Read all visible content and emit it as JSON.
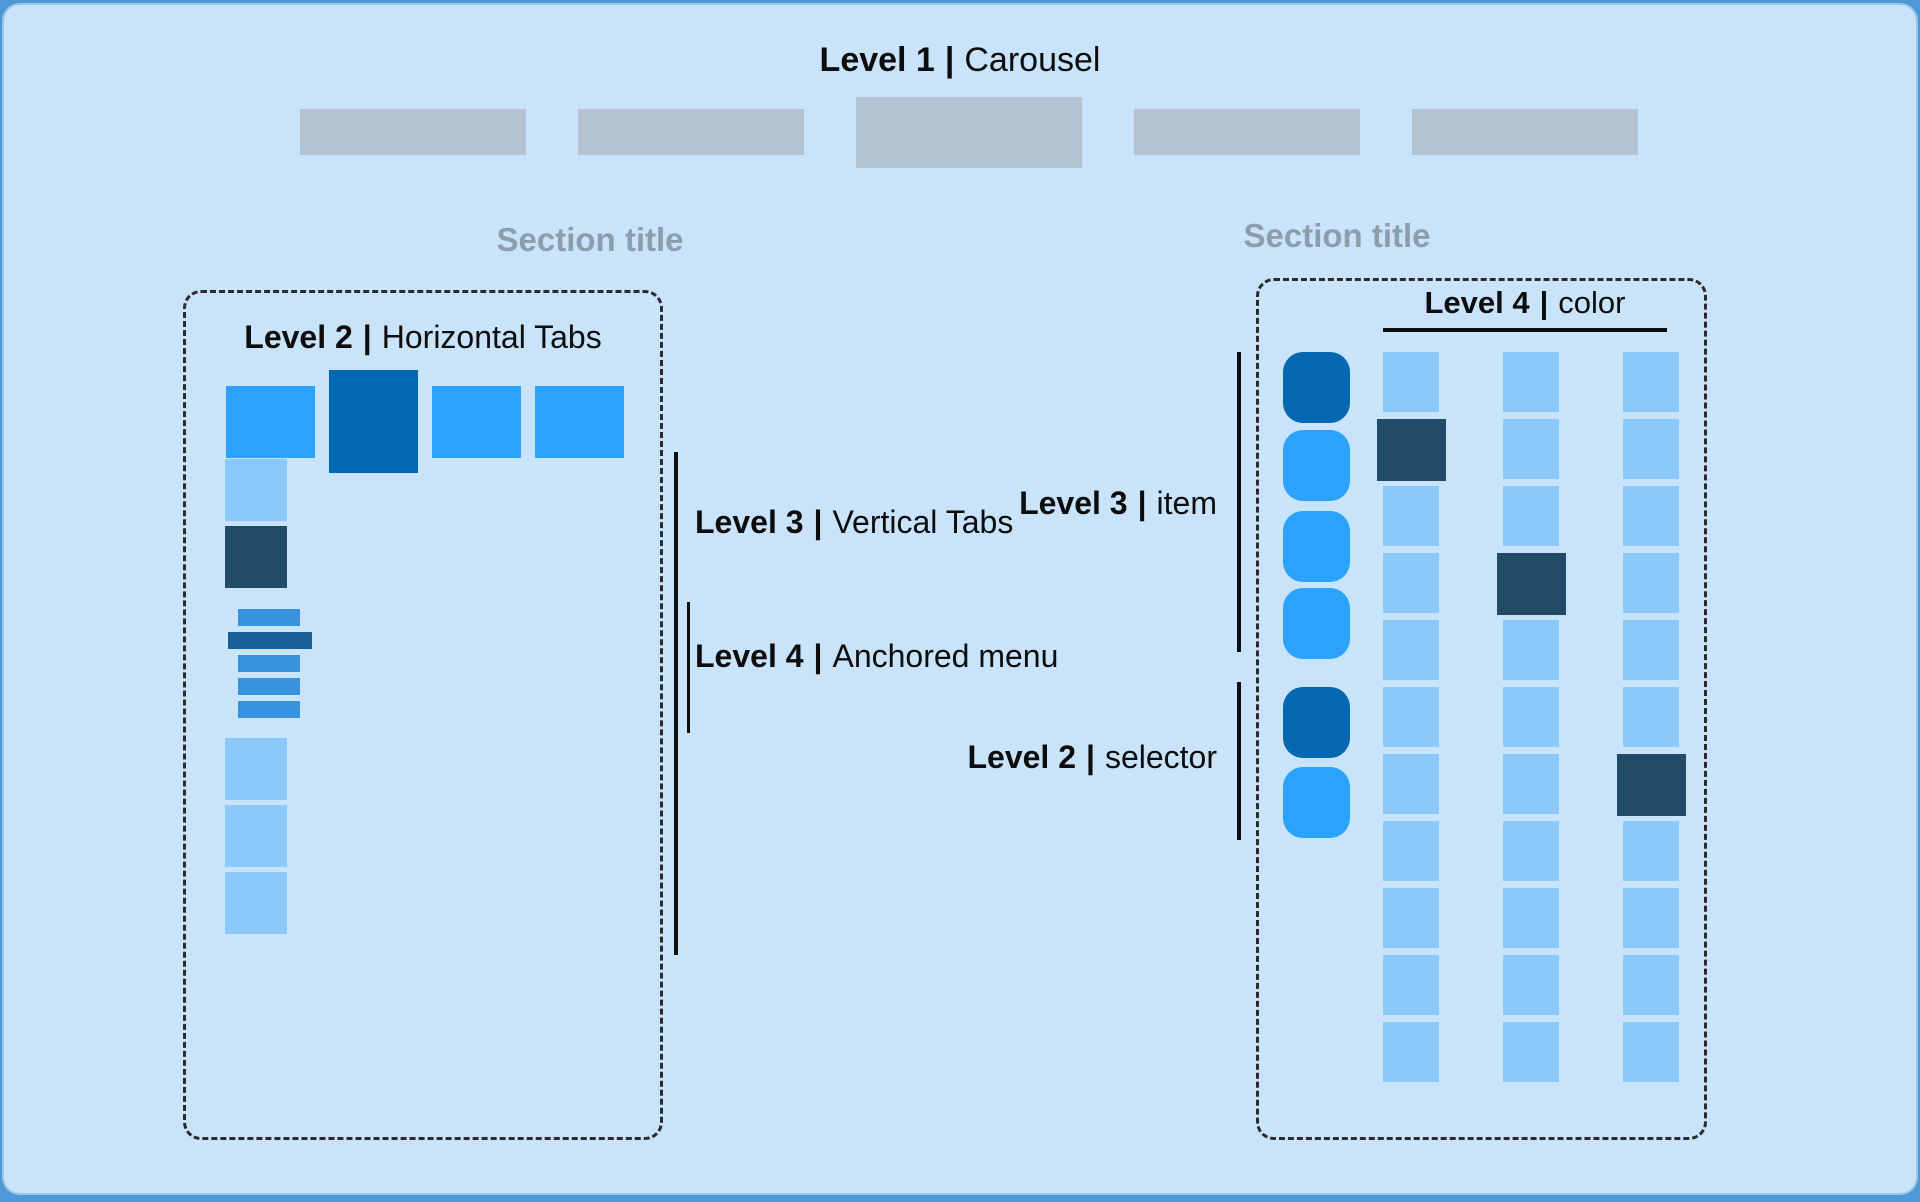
{
  "divider": "|",
  "colors": {
    "outer_background": "#4d99d8",
    "panel_background": "#c8e3fa",
    "carousel_item_gray": "#b4c3d3",
    "tab_blue": "#2ba3fc",
    "tab_active_blue": "#0168b2",
    "square_light_blue": "#8ac7fa",
    "square_navy_selected": "#224b68",
    "menu_bar_blue": "#3792dd",
    "menu_bar_active": "#1a5e97",
    "selector_dark_blue": "#0568b1",
    "annotation_text": "#0d0d0d",
    "section_title_gray": "#8c9dac"
  },
  "header": {
    "label": {
      "bold": "Level 1",
      "text": "Carousel"
    },
    "items": [
      {
        "active": false
      },
      {
        "active": false
      },
      {
        "active": true
      },
      {
        "active": false
      },
      {
        "active": false
      }
    ]
  },
  "left_section": {
    "section_title": "Section title",
    "tabs_label": {
      "bold": "Level 2",
      "text": "Horizontal Tabs"
    },
    "horizontal_tabs": [
      {
        "active": false
      },
      {
        "active": true
      },
      {
        "active": false
      },
      {
        "active": false
      }
    ],
    "vertical_tabs": [
      {
        "variant": "light"
      },
      {
        "variant": "selected"
      },
      {
        "variant": "light"
      },
      {
        "variant": "light"
      },
      {
        "variant": "light"
      }
    ],
    "anchored_menu": [
      {
        "active": false
      },
      {
        "active": true
      },
      {
        "active": false
      },
      {
        "active": false
      },
      {
        "active": false
      }
    ]
  },
  "annotations": {
    "vertical_tabs": {
      "bold": "Level 3",
      "text": "Vertical Tabs"
    },
    "anchored_menu": {
      "bold": "Level 4",
      "text": "Anchored menu"
    },
    "item": {
      "bold": "Level 3",
      "text": "item"
    },
    "selector": {
      "bold": "Level 2",
      "text": "selector"
    }
  },
  "right_section": {
    "section_title": "Section title",
    "color_label": {
      "bold": "Level 4",
      "text": "color"
    },
    "selector_items": [
      {
        "variant": "dark"
      },
      {
        "variant": "blue"
      },
      {
        "variant": "blue"
      },
      {
        "variant": "blue"
      },
      {
        "variant": "dark"
      },
      {
        "variant": "blue"
      }
    ],
    "grid": {
      "rows": 11,
      "columns": [
        {
          "selected_row": 1
        },
        {
          "selected_row": 3
        },
        {
          "selected_row": 6
        }
      ]
    }
  }
}
